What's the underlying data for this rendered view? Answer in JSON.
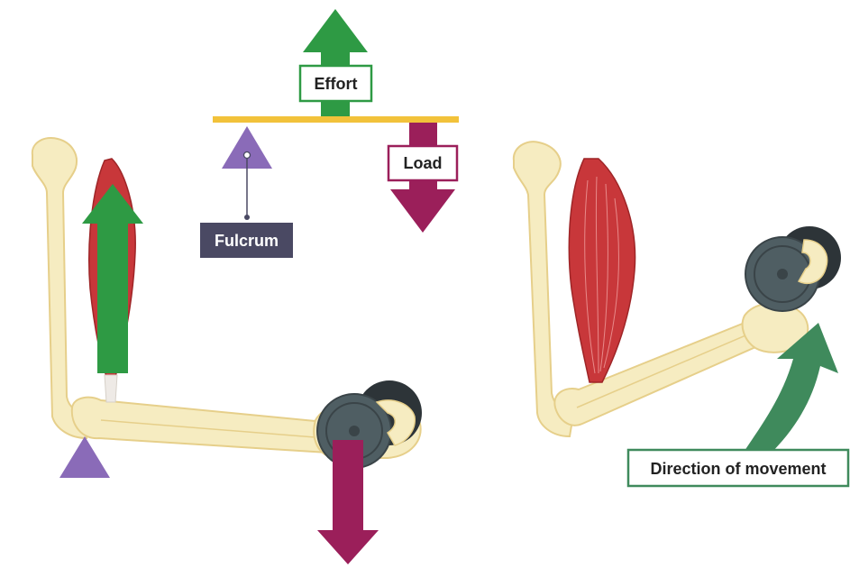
{
  "labels": {
    "effort": "Effort",
    "load": "Load",
    "fulcrum": "Fulcrum",
    "direction": "Direction of movement"
  },
  "colors": {
    "effort_arrow": "#2e9a44",
    "load_arrow": "#9b1f5a",
    "fulcrum": "#8a6bb8",
    "beam": "#f2c23a",
    "fulcrum_label_bg": "#4a4963",
    "direction_arrow": "#3f8a5c",
    "bone": "#f6ecc1",
    "bone_outline": "#e6cf8a",
    "muscle": "#c8373a",
    "weight": "#4f5e63",
    "weight_dark": "#2d3438"
  },
  "icons": {
    "effort": "up-arrow-icon",
    "load": "down-arrow-icon",
    "fulcrum": "triangle-icon",
    "movement": "curved-arrow-icon"
  }
}
